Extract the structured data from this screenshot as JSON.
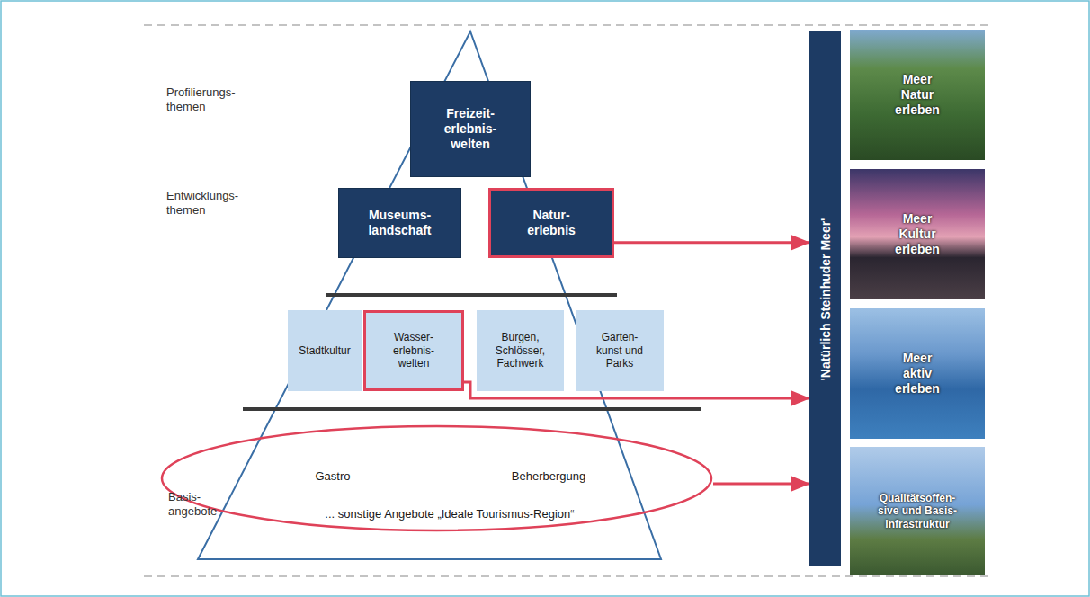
{
  "diagram": {
    "nodes": [
      {
        "text": [
          "Freizeit- erlebnis- welten"
        ]
      },
      {
        "text": [
          "Museums- landschaft"
        ]
      },
      {
        "text": [
          "Natur- erlebnis"
        ]
      },
      {
        "text": [
          "Stadtkultur"
        ]
      },
      {
        "text": [
          "Wasser- erlebnis- welten"
        ]
      },
      {
        "text": [
          "Burgen, Schlösser, Fachwerk"
        ]
      },
      {
        "text": [
          "Garten- kunst und Parks"
        ]
      },
      {
        "text": [
          "Gastro",
          "Beherbergung",
          "... sonstige Angebote „Ideale Tourismus-Region“"
        ]
      },
      {
        "text": [
          "'Natürlich Steinhuder Meer'"
        ]
      },
      {
        "text": [
          "Meer Natur erleben"
        ]
      },
      {
        "text": [
          "Meer Kultur erleben"
        ]
      },
      {
        "text": [
          "Meer aktiv erleben"
        ]
      },
      {
        "text": [
          "Qualitätsoffen- sive und Basis- infrastruktur"
        ]
      }
    ],
    "edges": [
      {
        "from": 2,
        "to": 8,
        "arrow": "to"
      },
      {
        "from": 4,
        "to": 8,
        "arrow": "to"
      },
      {
        "from": 7,
        "to": 8,
        "arrow": "to"
      }
    ],
    "labels": [
      "Profilierungs- themen",
      "Entwicklungs- themen",
      "Basis- angebote"
    ]
  }
}
